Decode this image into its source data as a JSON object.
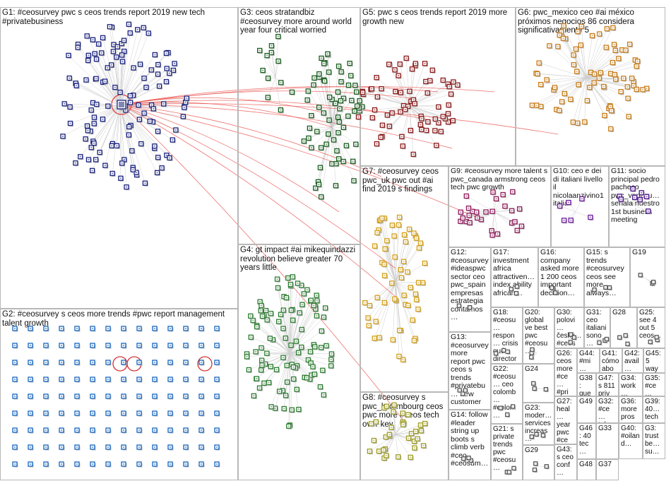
{
  "groups": [
    {
      "id": "G1",
      "label": "G1: #ceosurvey pwc s ceos trends report 2019 new tech #privatebusiness",
      "color": "#1a237e"
    },
    {
      "id": "G2",
      "label": "G2: #ceosurvey s ceos more trends #pwc report management talent growth",
      "color": "#1565c0"
    },
    {
      "id": "G3",
      "label": "G3: ceos stratandbiz #ceosurvey more around world year four critical worried",
      "color": "#1b5e20"
    },
    {
      "id": "G4",
      "label": "G4: gt impact #ai mikequindazzi revolution believe greater 70 years little",
      "color": "#2e7d32"
    },
    {
      "id": "G5",
      "label": "G5: pwc s ceos trends report 2019 more growth new",
      "color": "#8b1a1a"
    },
    {
      "id": "G6",
      "label": "G6: pwc_mexico ceo #ai méxico próximos negocios 86 considera significativamente 5",
      "color": "#c77d1a"
    },
    {
      "id": "G7",
      "label": "G7: #ceosurvey ceos pwc_uk pwc out #ai find 2019 s findings",
      "color": "#d4a017"
    },
    {
      "id": "G8",
      "label": "G8: #ceosurvey s pwc_luxembourg ceos pwc more #ceos tech over key",
      "color": "#9e9d24"
    },
    {
      "id": "G9",
      "label": "G9: #ceosurvey more talent s pwc_canada armstrong ceos tech pwc growth",
      "color": "#8e1b5a"
    },
    {
      "id": "G10",
      "label": "G10: ceo e dei di italiani livello il nicolaanzivino1 italia",
      "color": "#6a1b9a"
    },
    {
      "id": "G11",
      "label": "G11: socio principal pedro pacheco pwc_venezu… señala nuestro 1st business meeting",
      "color": "#4a148c"
    },
    {
      "id": "G12",
      "label": "G12: #ceosurvey #ideaspwc sector ceo pwc_spain empresas estrategia contamos…",
      "color": "#555"
    },
    {
      "id": "G13",
      "label": "G13: #ceosurvey more report pwc ceos s trends #privatebu… new customer",
      "color": "#555"
    },
    {
      "id": "G14",
      "label": "G14: follow #leader string up boots s climb verb #ceo #ceosum…",
      "color": "#555"
    },
    {
      "id": "G15",
      "label": "G15: s trends #ceosurvey ceos see more always…",
      "color": "#555"
    },
    {
      "id": "G16",
      "label": "G16: company asked more 1 200 ceos important decision…",
      "color": "#555"
    },
    {
      "id": "G17",
      "label": "G17: investment africa attractiven… index ability african…",
      "color": "#555"
    },
    {
      "id": "G18",
      "label": "G18: #ceosu… respon… crisis qué director…",
      "color": "#555"
    },
    {
      "id": "G19",
      "label": "G19",
      "color": "#555"
    },
    {
      "id": "G20",
      "label": "G20: global ve best pwc #ceosu…",
      "color": "#555"
    },
    {
      "id": "G21",
      "label": "G21: s private trends pwc #ceosu…",
      "color": "#555"
    },
    {
      "id": "G22",
      "label": "G22: #ceosu… ceo colomb… #colom…",
      "color": "#555"
    },
    {
      "id": "G23",
      "label": "G23: moder… services increas…",
      "color": "#555"
    },
    {
      "id": "G24",
      "label": "G24",
      "color": "#555"
    },
    {
      "id": "G25",
      "label": "G25: see 4 out 5 ceos…",
      "color": "#555"
    },
    {
      "id": "G26",
      "label": "G26: ceos more #ce… #pri…",
      "color": "#555"
    },
    {
      "id": "G27",
      "label": "G27: heal… year pwc #ce…",
      "color": "#555"
    },
    {
      "id": "G28",
      "label": "G28",
      "color": "#555"
    },
    {
      "id": "G29",
      "label": "G29",
      "color": "#555"
    },
    {
      "id": "G30",
      "label": "G30: polovi… český… #ceos…",
      "color": "#555"
    },
    {
      "id": "G31",
      "label": "G31: ceo italiani sono…",
      "color": "#555"
    },
    {
      "id": "G32",
      "label": "G32: #ce… tale…",
      "color": "#555"
    },
    {
      "id": "G33",
      "label": "G33",
      "color": "#555"
    },
    {
      "id": "G34",
      "label": "G34: work… #pw…",
      "color": "#555"
    },
    {
      "id": "G35",
      "label": "G35: #ce… asse…",
      "color": "#555"
    },
    {
      "id": "G36",
      "label": "G36: more pros…",
      "color": "#555"
    },
    {
      "id": "G37",
      "label": "G37",
      "color": "#555"
    },
    {
      "id": "G38",
      "label": "G38: que… est…",
      "color": "#555"
    },
    {
      "id": "G39",
      "label": "G39: 40… tech…",
      "color": "#555"
    },
    {
      "id": "G40",
      "label": "G40: #oiland…",
      "color": "#555"
    },
    {
      "id": "G41",
      "label": "G41: cómo abo… edi…",
      "color": "#555"
    },
    {
      "id": "G42",
      "label": "G42: avail… key…",
      "color": "#555"
    },
    {
      "id": "G43",
      "label": "G43: s ceo conf…",
      "color": "#555"
    },
    {
      "id": "G44",
      "label": "G44: #mi… #ceos…",
      "color": "#555"
    },
    {
      "id": "G45",
      "label": "G45: 5 way…",
      "color": "#555"
    },
    {
      "id": "G46",
      "label": "G46: 40 tec…",
      "color": "#555"
    },
    {
      "id": "G47",
      "label": "G47: s 811 priv…",
      "color": "#555"
    },
    {
      "id": "G48",
      "label": "G48",
      "color": "#555"
    },
    {
      "id": "G49",
      "label": "G49",
      "color": "#555"
    },
    {
      "id": "G3b",
      "label": "G3: trust be… su…",
      "color": "#555"
    }
  ]
}
